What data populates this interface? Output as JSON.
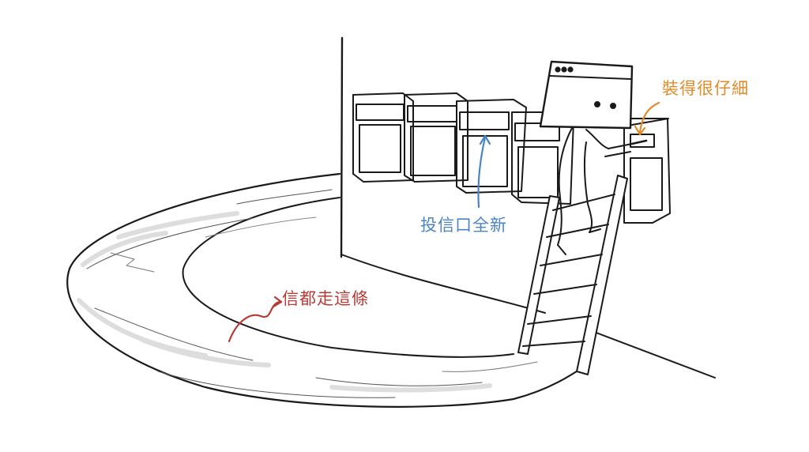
{
  "annotations": {
    "path": {
      "text": "信都走這條",
      "color": "#b83a34"
    },
    "slots": {
      "text": "投信口全新",
      "color": "#4a84c4"
    },
    "install": {
      "text": "裝得很仔細",
      "color": "#e08a2a"
    }
  }
}
